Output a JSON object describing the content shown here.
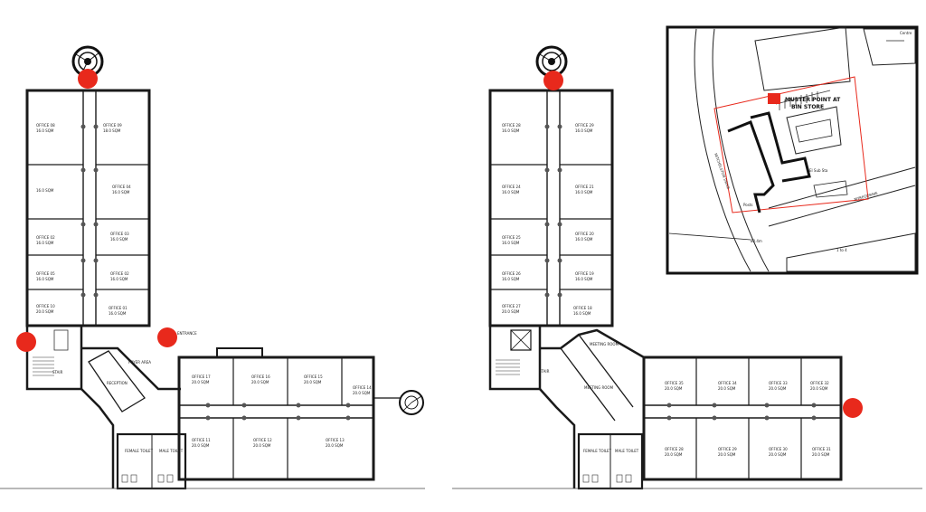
{
  "plans": {
    "left": {
      "north_wing": [
        {
          "name": "OFFICE 08",
          "area": "16.0 SQM"
        },
        {
          "name": "OFFICE 09",
          "area": "18.0 SQM"
        },
        {
          "name": "",
          "area": "16.0 SQM"
        },
        {
          "name": "OFFICE 04",
          "area": "16.0 SQM"
        },
        {
          "name": "OFFICE 02",
          "area": "16.0 SQM"
        },
        {
          "name": "OFFICE 03",
          "area": "16.0 SQM"
        },
        {
          "name": "OFFICE 05",
          "area": "16.0 SQM"
        },
        {
          "name": "OFFICE 02",
          "area": "16.0 SQM"
        },
        {
          "name": "OFFICE 10",
          "area": "20.0 SQM"
        },
        {
          "name": "OFFICE 01",
          "area": "16.0 SQM"
        }
      ],
      "east_wing": [
        {
          "name": "OFFICE 17",
          "area": "20.0 SQM"
        },
        {
          "name": "OFFICE 16",
          "area": "20.0 SQM"
        },
        {
          "name": "OFFICE 15",
          "area": "20.0 SQM"
        },
        {
          "name": "OFFICE 14",
          "area": "20.0 SQM"
        },
        {
          "name": "OFFICE 11",
          "area": "20.0 SQM"
        },
        {
          "name": "OFFICE 12",
          "area": "20.0 SQM"
        },
        {
          "name": "OFFICE 13",
          "area": "20.0 SQM"
        }
      ],
      "misc": {
        "reception": "RECEPTION",
        "foyer": "FOYER AREA",
        "stair": "STAIR",
        "female_wc": "FEMALE TOILET",
        "male_wc": "MALE TOILET",
        "entrance": "ENTRANCE"
      }
    },
    "right": {
      "north_wing": [
        {
          "name": "OFFICE 28",
          "area": "16.0 SQM"
        },
        {
          "name": "OFFICE 29",
          "area": "16.0 SQM"
        },
        {
          "name": "OFFICE 24",
          "area": "16.0 SQM"
        },
        {
          "name": "OFFICE 21",
          "area": "16.0 SQM"
        },
        {
          "name": "OFFICE 25",
          "area": "16.0 SQM"
        },
        {
          "name": "OFFICE 20",
          "area": "16.0 SQM"
        },
        {
          "name": "OFFICE 26",
          "area": "16.0 SQM"
        },
        {
          "name": "OFFICE 19",
          "area": "16.0 SQM"
        },
        {
          "name": "OFFICE 27",
          "area": "20.0 SQM"
        },
        {
          "name": "OFFICE 18",
          "area": "16.0 SQM"
        }
      ],
      "east_wing": [
        {
          "name": "OFFICE 35",
          "area": "20.0 SQM"
        },
        {
          "name": "OFFICE 34",
          "area": "20.0 SQM"
        },
        {
          "name": "OFFICE 33",
          "area": "20.0 SQM"
        },
        {
          "name": "OFFICE 32",
          "area": "20.0 SQM"
        },
        {
          "name": "OFFICE 28",
          "area": "20.0 SQM"
        },
        {
          "name": "OFFICE 29",
          "area": "20.0 SQM"
        },
        {
          "name": "OFFICE 30",
          "area": "20.0 SQM"
        },
        {
          "name": "OFFICE 31",
          "area": "20.0 SQM"
        }
      ],
      "misc": {
        "meeting": "MEETING ROOM",
        "meeting2": "MEETING ROOM",
        "stair": "STAIR",
        "female_wc": "FEMALE TOILET",
        "male_wc": "MALE TOILET"
      }
    }
  },
  "inset": {
    "muster_line1": "MUSTER POINT AT",
    "muster_line2": "BIN STORE",
    "road1": "MITCHELSTON DRIVE",
    "road2": "MYREGORNIE",
    "unit": "1 to 4",
    "substation": "El Sub Sta",
    "posts": "Posts",
    "level": "80.4m",
    "corner": "Centre"
  },
  "colors": {
    "marker": "#e8291c",
    "line": "#1a1a1a",
    "boundary": "#e8291c"
  }
}
